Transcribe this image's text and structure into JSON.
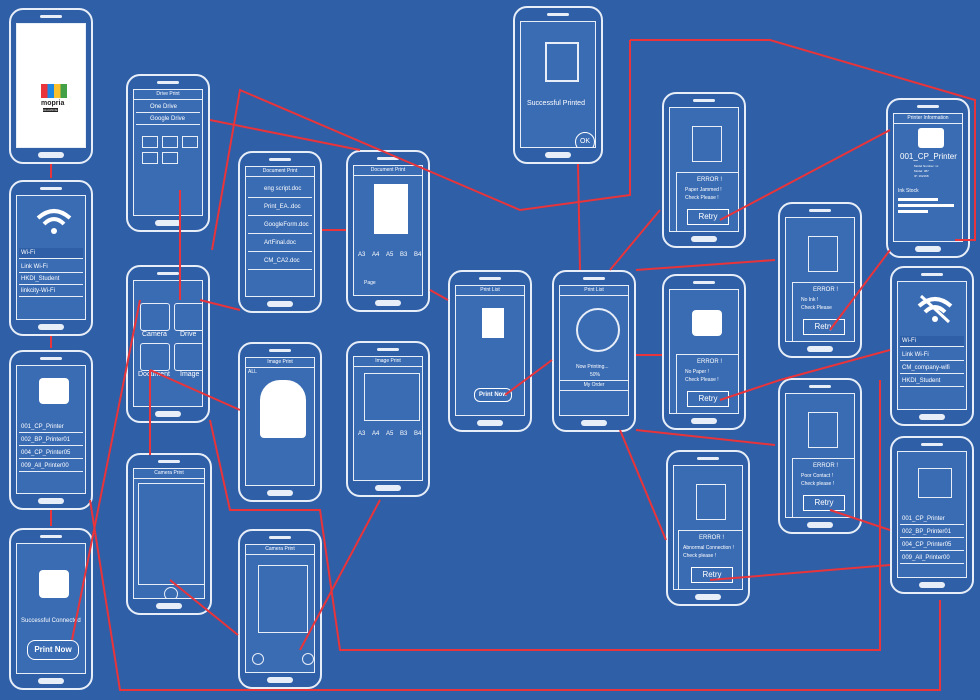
{
  "splash": {
    "logo": "mopria",
    "logo_sub": "ALLIANCE"
  },
  "wifi1": {
    "label": "Wi-Fi",
    "nets": [
      "Link Wi-Fi",
      "HKDI_Student",
      "linkcity-Wi-Fi"
    ]
  },
  "printers1": {
    "items": [
      "001_CP_Printer",
      "002_BP_Printer01",
      "004_CP_Printer05",
      "009_All_Printer00"
    ]
  },
  "connected": {
    "text": "Successful Connected",
    "button": "Print Now"
  },
  "drive": {
    "title": "Drive Print",
    "items": [
      "One Drive",
      "Google Drive"
    ]
  },
  "menu": {
    "items": [
      "Camera",
      "Drive",
      "Document",
      "Image"
    ]
  },
  "camera1": {
    "title": "Camera Print"
  },
  "docs": {
    "title": "Document Print",
    "files": [
      "eng script.doc",
      "Print_EA..doc",
      "GoogleForm.doc",
      "ArtFinal.doc",
      "CM_CA2.doc"
    ]
  },
  "image1": {
    "title": "Image Print",
    "all": "ALL"
  },
  "camera2": {
    "title": "Camera Print"
  },
  "docprint": {
    "title": "Document Print",
    "sizes": [
      "A3",
      "A4",
      "A5",
      "B3",
      "B4"
    ],
    "page": "Page"
  },
  "imgprint": {
    "title": "Image Print",
    "sizes": [
      "A3",
      "A4",
      "A5",
      "B3",
      "B4"
    ]
  },
  "printlist": {
    "title": "Print List",
    "button": "Print Now"
  },
  "printing": {
    "title": "Print List",
    "status": "Now Printing...",
    "percent": "50%",
    "order": "My Order"
  },
  "success": {
    "text": "Successful Printed",
    "ok": "OK"
  },
  "err1": {
    "title": "ERROR !",
    "line1": "Paper Jammed !",
    "line2": "Check Please !",
    "retry": "Retry"
  },
  "err2": {
    "title": "ERROR !",
    "line1": "No Paper !",
    "line2": "Check Please !",
    "retry": "Retry"
  },
  "err3": {
    "title": "ERROR !",
    "line1": "Abnormal Connection  !",
    "line2": "Check please !",
    "retry": "Retry"
  },
  "err4": {
    "title": "ERROR !",
    "line1": "No Ink !",
    "line2": "Check Please",
    "retry": "Retry"
  },
  "err5": {
    "title": "ERROR !",
    "line1": "Poor Contact !",
    "line2": "Check please !",
    "retry": "Retry"
  },
  "info": {
    "title": "Printer Information",
    "name": "001_CP_Printer",
    "detail1": "Model Number: xx",
    "detail2": "Model: 387",
    "detail3": "IP: 192168",
    "ink": "Ink Stock"
  },
  "wifi2": {
    "label": "Wi-Fi",
    "nets": [
      "Link Wi-Fi",
      "CM_company-wifi",
      "HKDI_Student"
    ]
  },
  "printers2": {
    "items": [
      "001_CP_Printer",
      "002_BP_Printer01",
      "004_CP_Printer05",
      "009_All_Printer00"
    ]
  },
  "colors": {
    "background": "#2e5fa7",
    "screen": "#3a6cb4",
    "line": "#e8eef8",
    "arrow": "#e8343a"
  }
}
